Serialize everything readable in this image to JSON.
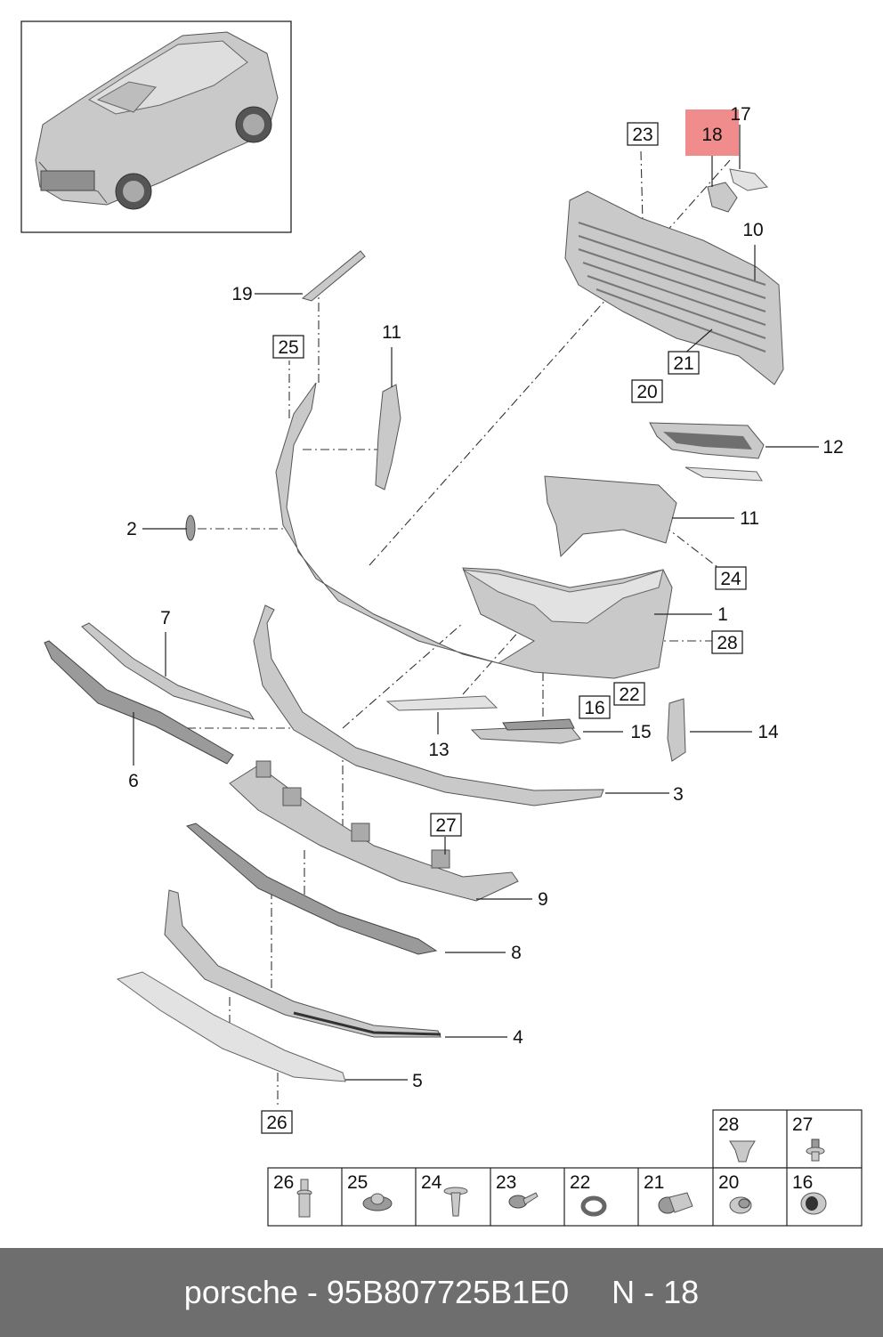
{
  "callouts": {
    "p1": "1",
    "p2": "2",
    "p3": "3",
    "p4": "4",
    "p5": "5",
    "p6": "6",
    "p7": "7",
    "p8": "8",
    "p9": "9",
    "p10": "10",
    "p11a": "11",
    "p11b": "11",
    "p12": "12",
    "p13": "13",
    "p14": "14",
    "p15": "15",
    "p16": "16",
    "p17": "17",
    "p18": "18",
    "p19": "19",
    "p20": "20",
    "p21": "21",
    "p22": "22",
    "p23": "23",
    "p24": "24",
    "p25": "25",
    "p26": "26",
    "p27": "27",
    "p28": "28"
  },
  "highlight_color": "#f08c8c",
  "legend": {
    "top_row": [
      "28",
      "27"
    ],
    "bottom_row": [
      "26",
      "25",
      "24",
      "23",
      "22",
      "21",
      "20",
      "16"
    ]
  },
  "footer": {
    "brand": "porsche",
    "dash": "-",
    "part_number": "95B807725B1E0",
    "ref": "N - 18"
  },
  "footer_bg": "#6e6e6e"
}
